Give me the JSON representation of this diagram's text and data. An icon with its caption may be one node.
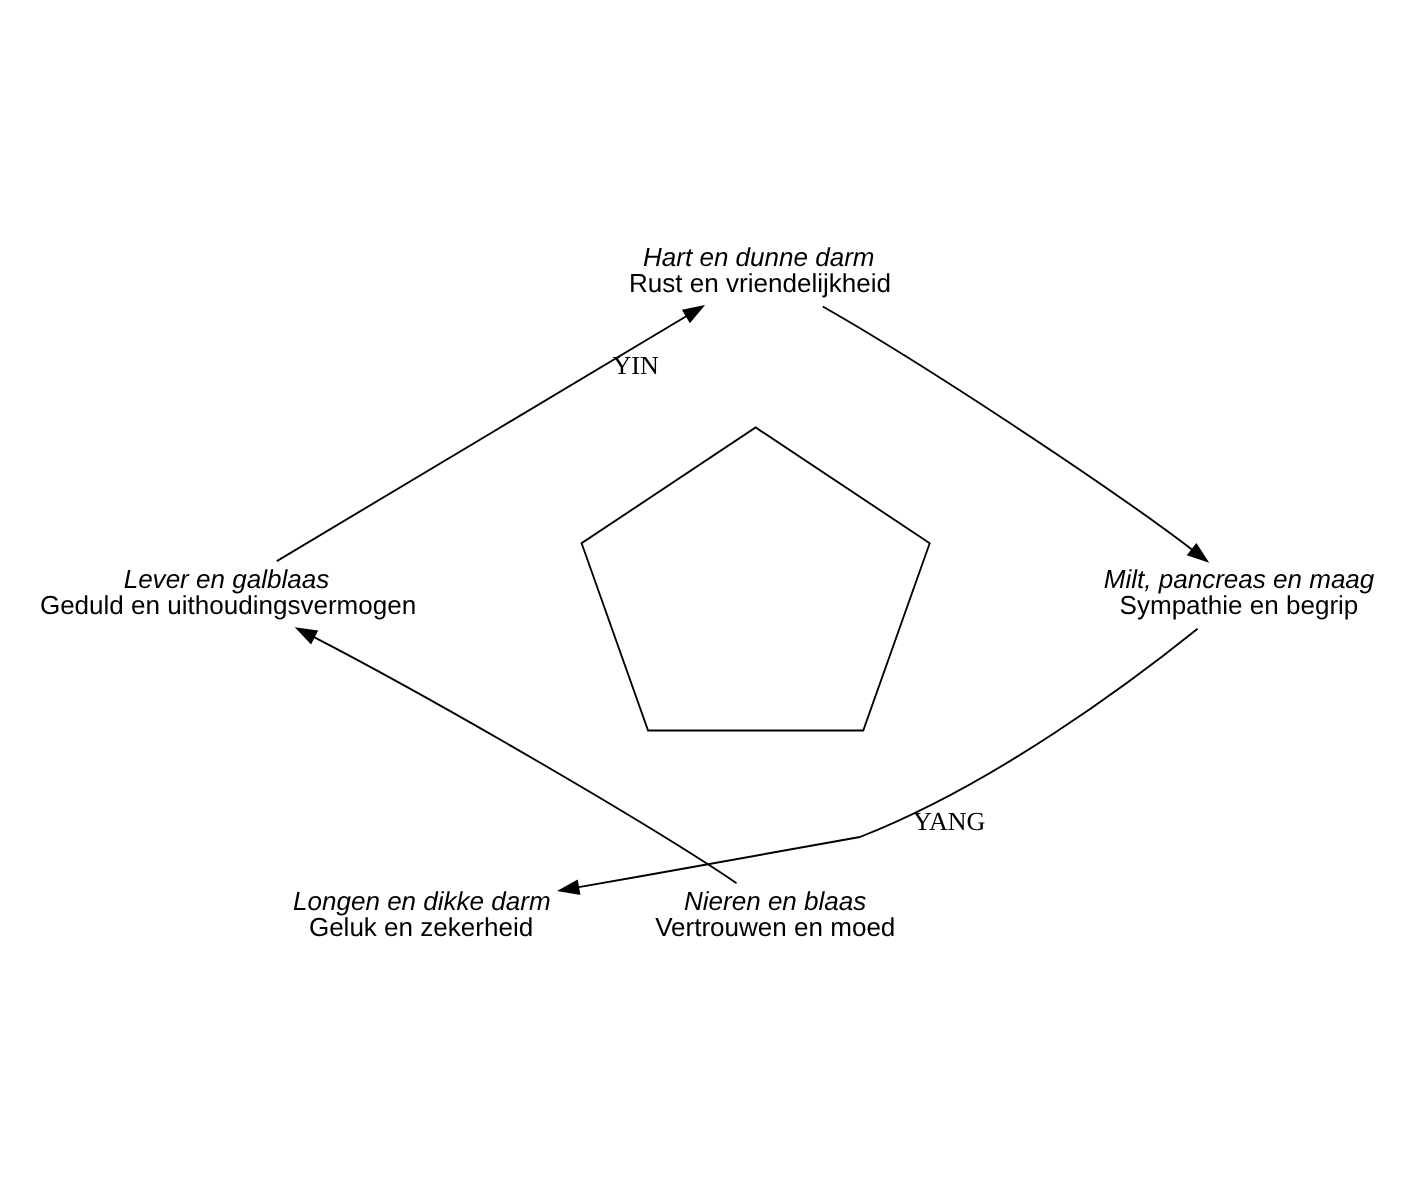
{
  "diagram": {
    "nodes": [
      {
        "text": [
          "Hart en dunne darm",
          "Rust en vriendelijkheid"
        ]
      },
      {
        "text": [
          "Lever en galblaas",
          "Geduld en uithoudingsvermogen"
        ]
      },
      {
        "text": [
          "Milt, pancreas en maag",
          "Sympathie en begrip"
        ]
      },
      {
        "text": [
          "Nieren en blaas",
          "Vertrouwen en moed"
        ]
      },
      {
        "text": [
          "Longen en dikke darm",
          "Geluk en zekerheid"
        ]
      },
      {
        "text": [],
        "shape": "pentagon"
      }
    ],
    "edges": [
      {
        "from": 1,
        "to": 0,
        "arrow": "to",
        "label": "YIN"
      },
      {
        "from": 0,
        "to": 2,
        "arrow": "to"
      },
      {
        "from": 2,
        "to": 4,
        "arrow": "to",
        "label": "YANG"
      },
      {
        "from": 3,
        "to": 1,
        "arrow": "to"
      }
    ]
  }
}
